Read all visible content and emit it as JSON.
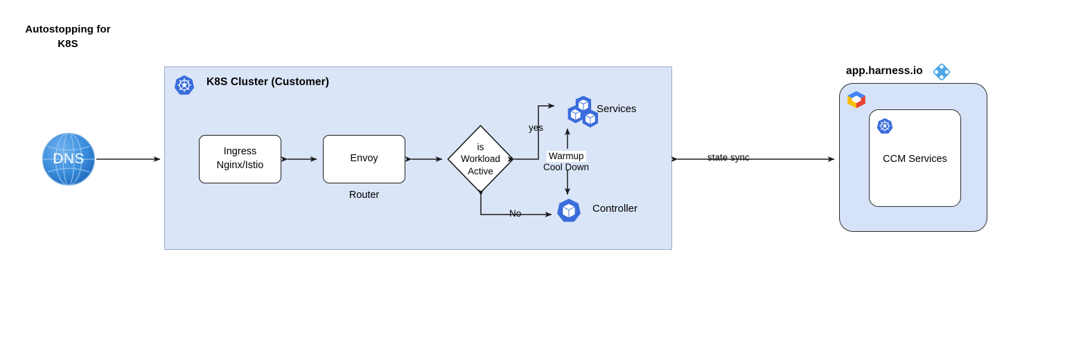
{
  "title": {
    "line1": "Autostopping for",
    "line2": "K8S"
  },
  "cluster": {
    "title": "K8S Cluster (Customer)",
    "icon": "kubernetes-icon",
    "fill_color": "#dbe5f8",
    "border_color": "#9aabc9"
  },
  "dns": {
    "label": "DNS",
    "icon": "globe-icon",
    "color": "#2f7bd6"
  },
  "nodes": {
    "ingress": {
      "line1": "Ingress",
      "line2": "Nginx/Istio"
    },
    "envoy": {
      "label": "Envoy",
      "sublabel": "Router"
    },
    "decision": {
      "line1": "is",
      "line2": "Workload",
      "line3": "Active"
    },
    "services": {
      "label": "Services",
      "icon": "k8s-pods-icon"
    },
    "controller": {
      "label": "Controller",
      "icon": "k8s-pod-icon"
    }
  },
  "edges": {
    "yes_label": "yes",
    "no_label": "No",
    "warmup_label": "Warmup",
    "cooldown_label": "Cool Down",
    "state_sync_label": "state sync"
  },
  "harness": {
    "title": "app.harness.io",
    "logo": "harness-diamond-icon",
    "cloud_logo": "gcp-hexagon-icon",
    "inner": {
      "label": "CCM Services",
      "icon": "kubernetes-icon"
    },
    "accent_color": "#4da6e8",
    "panel_fill": "#d6e2f8"
  }
}
